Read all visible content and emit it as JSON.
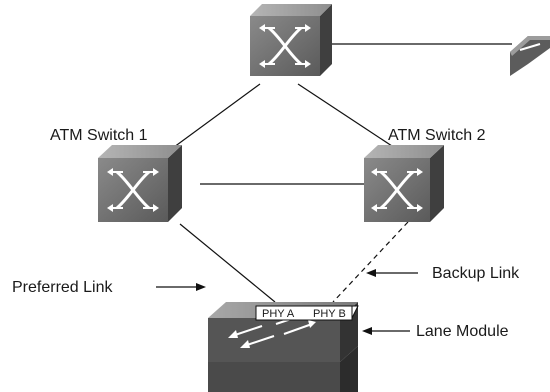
{
  "switches": [
    {
      "id": "top",
      "label": ""
    },
    {
      "id": "sw1",
      "label": "ATM Switch 1"
    },
    {
      "id": "sw2",
      "label": "ATM Switch 2"
    }
  ],
  "links": {
    "preferred_label": "Preferred Link",
    "backup_label": "Backup Link"
  },
  "lane_module": {
    "label": "Lane Module",
    "phy_a": "PHY A",
    "phy_b": "PHY B"
  },
  "colors": {
    "switch_front": "#6f6f6f",
    "switch_top": "#9a9a9a",
    "switch_side": "#3f3f3f",
    "module_top": "#8c8c8c",
    "module_front": "#555555",
    "module_side": "#333333"
  }
}
